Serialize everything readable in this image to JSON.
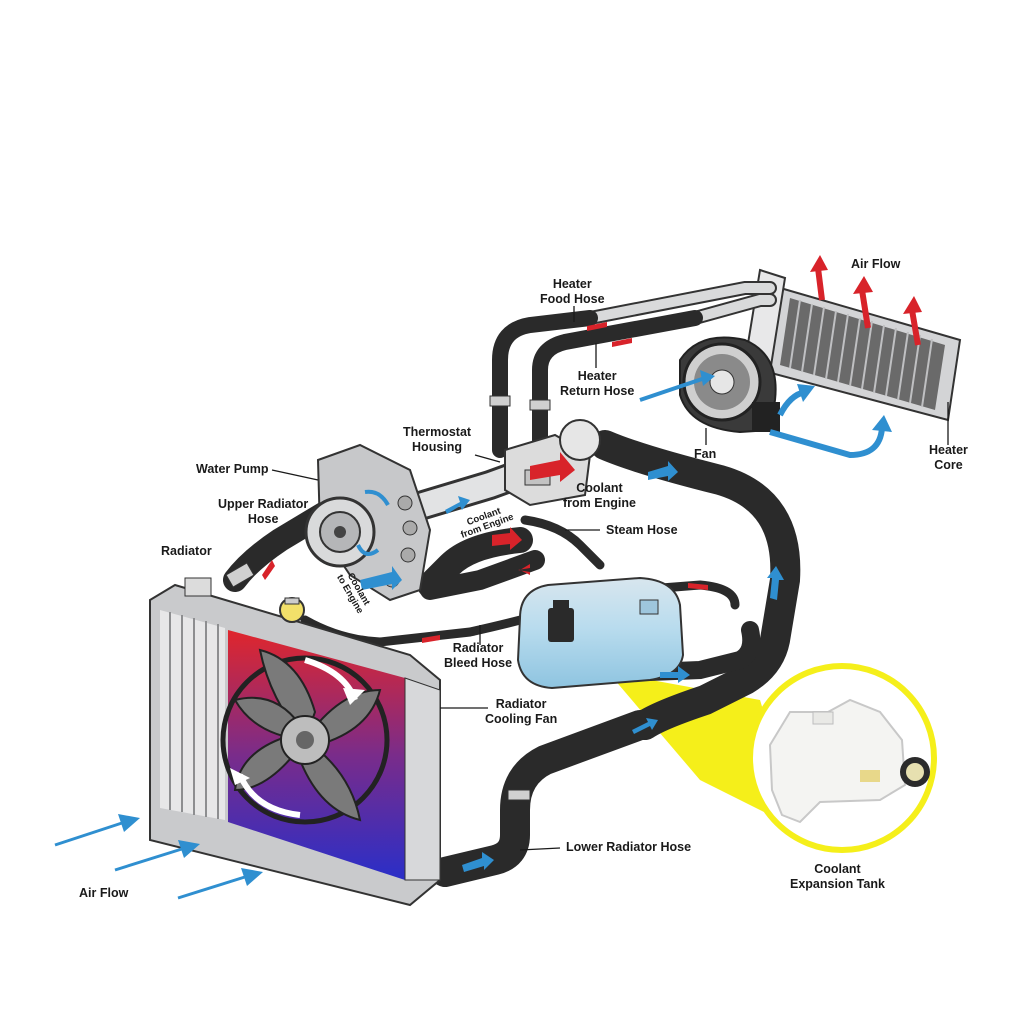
{
  "labels": {
    "air_flow_top": "Air Flow",
    "heater_food_hose": [
      "Heater",
      "Food Hose"
    ],
    "heater_return_hose": [
      "Heater",
      "Return Hose"
    ],
    "thermostat_housing": [
      "Thermostat",
      "Housing"
    ],
    "fan": "Fan",
    "heater_core": [
      "Heater",
      "Core"
    ],
    "water_pump": "Water Pump",
    "coolant_from_engine": [
      "Coolant",
      "from Engine"
    ],
    "coolant_from_engine_small": [
      "Coolant",
      "from Engine"
    ],
    "upper_radiator_hose": [
      "Upper Radiator",
      "Hose"
    ],
    "steam_hose": "Steam Hose",
    "radiator": "Radiator",
    "coolant_to_engine": [
      "Coolant",
      "to Engine"
    ],
    "radiator_bleed_hose": [
      "Radiator",
      "Bleed Hose"
    ],
    "radiator_cooling_fan": [
      "Radiator",
      "Cooling Fan"
    ],
    "lower_radiator_hose": "Lower Radiator Hose",
    "air_flow_bottom": "Air Flow",
    "coolant_expansion_tank": [
      "Coolant",
      "Expansion Tank"
    ]
  },
  "colors": {
    "hose": "#2a2a2a",
    "metal": "#c9cacc",
    "hot_arrow": "#d8232a",
    "cold_arrow": "#2f8fd0",
    "callout": "#f5ef1a",
    "tank": "#a9d3e8"
  }
}
